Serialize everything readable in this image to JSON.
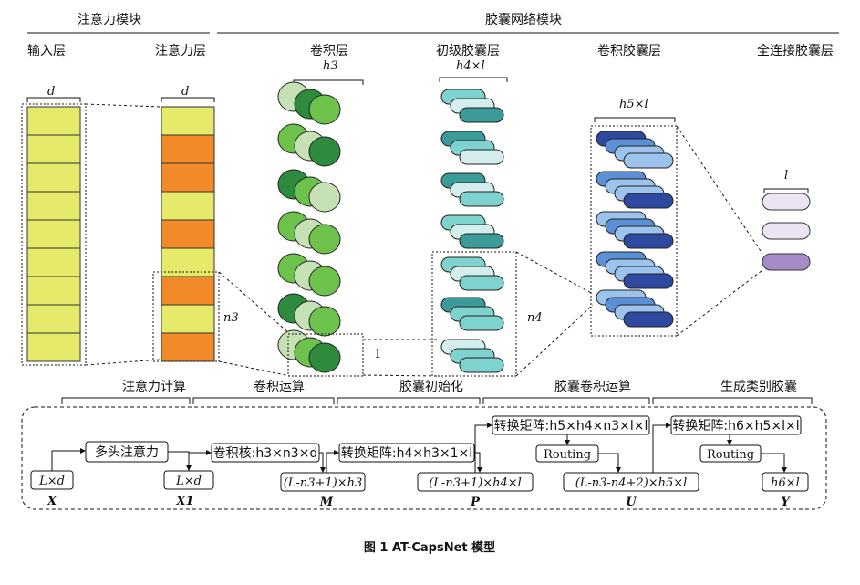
{
  "modules": {
    "attention": "注意力模块",
    "capsule": "胶囊网络模块"
  },
  "layers": {
    "input": "输入层",
    "attention": "注意力层",
    "conv": "卷积层",
    "primary": "初级胶囊层",
    "convcaps": "卷积胶囊层",
    "fccaps": "全连接胶囊层"
  },
  "dims": {
    "d1": "d",
    "d2": "d",
    "h3": "h3",
    "h4l": "h4×l",
    "h5l": "h5×l",
    "l": "l",
    "n3": "n3",
    "n4": "n4",
    "one": "1"
  },
  "stages": {
    "s1": "注意力计算",
    "s2": "卷积运算",
    "s3": "胶囊初始化",
    "s4": "胶囊卷积运算",
    "s5": "生成类别胶囊"
  },
  "flow": {
    "x_box": "L×d",
    "x_name": "X",
    "mha": "多头注意力",
    "x1_box": "L×d",
    "x1_name": "X1",
    "kernel": "卷积核:h3×n3×d",
    "m_box": "(L-n3+1)×h3",
    "m_name": "M",
    "trans1": "转换矩阵:h4×h3×1×l",
    "p_box": "(L-n3+1)×h4×l",
    "p_name": "P",
    "trans2": "转换矩阵:h5×h4×n3×l×l",
    "routing1": "Routing",
    "u_box": "(L-n3-n4+2)×h5×l",
    "u_name": "U",
    "trans3": "转换矩阵:h6×h5×l×l",
    "routing2": "Routing",
    "y_box": "h6×l",
    "y_name": "Y"
  },
  "caption": "图 1   AT-CapsNet 模型",
  "colors": {
    "yellow": "#e6ea6a",
    "orange": "#f28a2a",
    "green_light": "#c6e2b4",
    "green_mid": "#6cc24a",
    "green_dark": "#2e8b3e",
    "teal_light": "#d4eeee",
    "teal_mid": "#7fd3cf",
    "teal_dark": "#3a9b98",
    "blue_light": "#9cc3ec",
    "blue_mid": "#5b8fd6",
    "blue_dark": "#2d4aa0",
    "lav_light": "#ece4f2",
    "lav_mid": "#a58cc8"
  }
}
